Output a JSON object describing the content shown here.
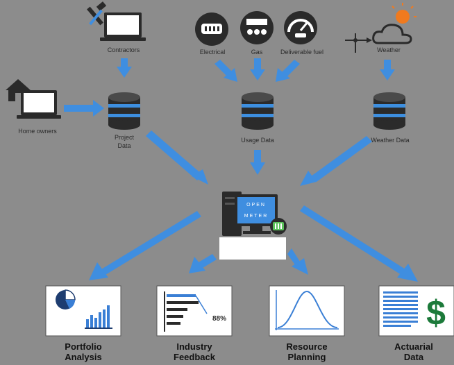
{
  "sources": {
    "contractors": "Contractors",
    "home_owners": "Home owners",
    "electrical": "Electrical",
    "gas": "Gas",
    "deliverable_fuel": "Deliverable fuel",
    "weather": "Weather"
  },
  "stores": {
    "project_data_1": "Project",
    "project_data_2": "Data",
    "usage_data": "Usage Data",
    "weather_data": "Weather Data"
  },
  "hub": {
    "screen_row1": "OPEN",
    "screen_row2": "METER"
  },
  "outputs": [
    {
      "line1": "Portfolio",
      "line2": "Analysis"
    },
    {
      "line1": "Industry",
      "line2": "Feedback",
      "value": "88%"
    },
    {
      "line1": "Resource",
      "line2": "Planning"
    },
    {
      "line1": "Actuarial",
      "line2": "Data"
    }
  ],
  "colors": {
    "background": "#8c8c8c",
    "arrow": "#3f8ee0",
    "cylinder": "#2b2b2b",
    "cylinder_band": "#3d8fe0",
    "icon_dark": "#2a2a2a",
    "chart_blue": "#3a7fd5",
    "dollar_green": "#1c7a3a"
  },
  "icons": [
    "tools-icon",
    "laptop-icon",
    "house-icon",
    "electric-meter-icon",
    "gas-meter-icon",
    "fuel-gauge-icon",
    "weather-vane-icon",
    "cloud-sun-icon",
    "database-icon",
    "server-monitor-icon",
    "battery-icon",
    "pie-chart-icon",
    "bar-chart-icon",
    "bell-curve-icon",
    "document-lines-icon",
    "dollar-icon"
  ]
}
